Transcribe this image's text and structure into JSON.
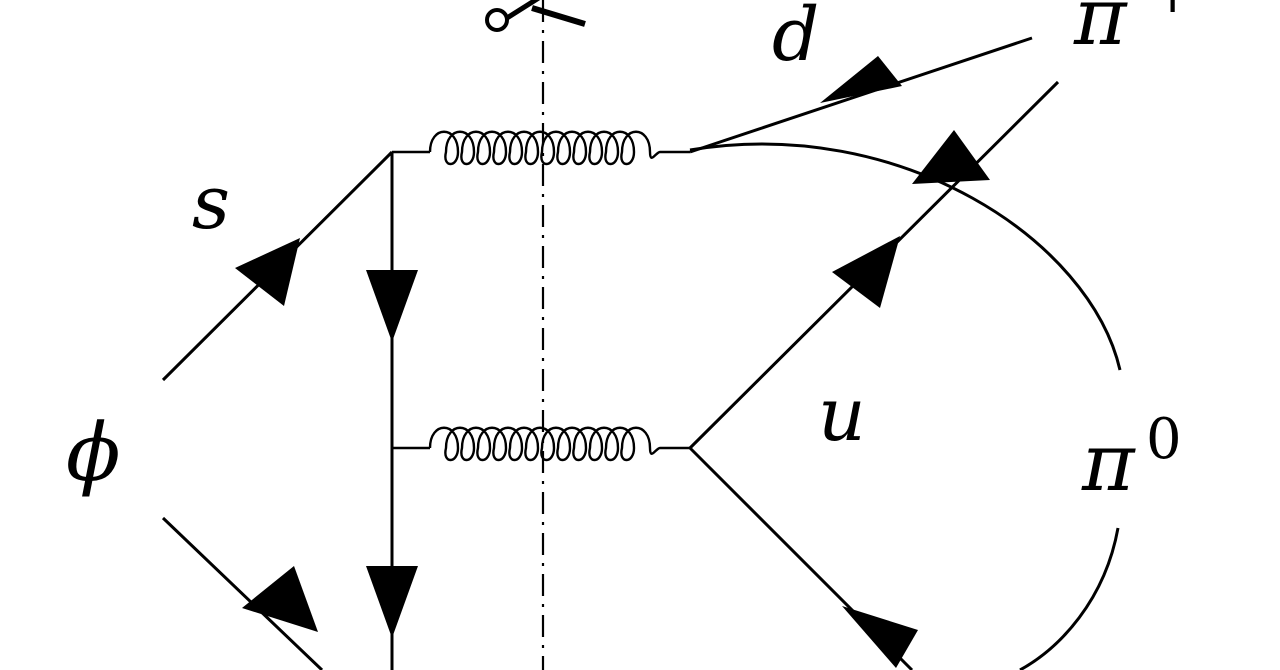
{
  "diagram": {
    "labels": {
      "s": "s",
      "d": "d",
      "u": "u",
      "phi": "ϕ",
      "pi_plus": "π",
      "pi_plus_sup": "+",
      "pi_zero": "π",
      "pi_zero_sup": "0"
    },
    "cut_symbol": "scissors-icon",
    "colors": {
      "ink": "#000000",
      "background": "#ffffff"
    }
  }
}
